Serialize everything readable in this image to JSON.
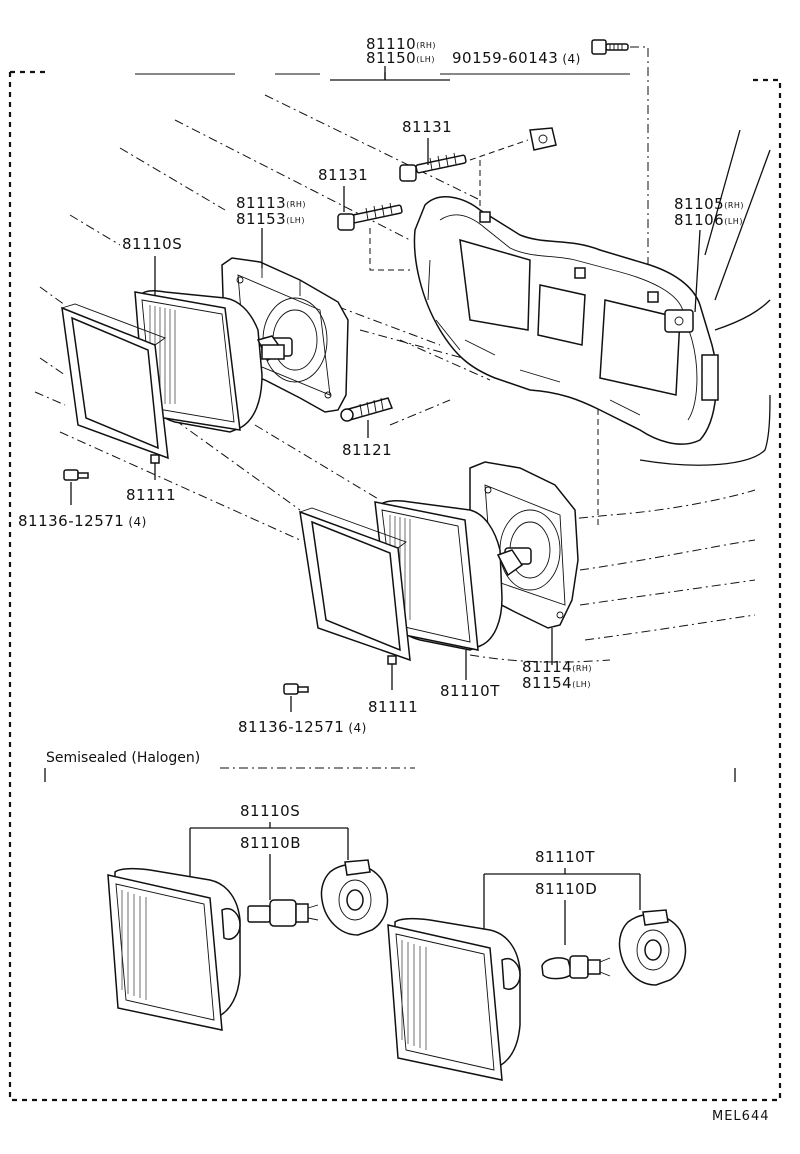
{
  "title": {
    "parts": [
      {
        "pn": "81110",
        "side": "(RH)"
      },
      {
        "pn": "81150",
        "side": "(LH)"
      }
    ],
    "screw": {
      "pn": "90159-60143",
      "qty": "(4)"
    }
  },
  "labels": {
    "bolt_upper": "81131",
    "bolt_lower": "81131",
    "mount_upper": [
      {
        "pn": "81113",
        "side": "(RH)"
      },
      {
        "pn": "81153",
        "side": "(LH)"
      }
    ],
    "housing": [
      {
        "pn": "81105",
        "side": "(RH)"
      },
      {
        "pn": "81106",
        "side": "(LH)"
      }
    ],
    "lamp_upper": "81110S",
    "adjuster": "81121",
    "bezel_upper": "81111",
    "screw_upper": {
      "pn": "81136-12571",
      "qty": "(4)"
    },
    "mount_lower": [
      {
        "pn": "81114",
        "side": "(RH)"
      },
      {
        "pn": "81154",
        "side": "(LH)"
      }
    ],
    "lamp_lower": "81110T",
    "bezel_lower": "81111",
    "screw_lower": {
      "pn": "81136-12571",
      "qty": "(4)"
    }
  },
  "semisealed": {
    "heading": "Semisealed (Halogen)",
    "left": {
      "lamp": "81110S",
      "bulb": "81110B"
    },
    "right": {
      "lamp": "81110T",
      "bulb": "81110D"
    }
  },
  "drawing_code": "MEL644"
}
